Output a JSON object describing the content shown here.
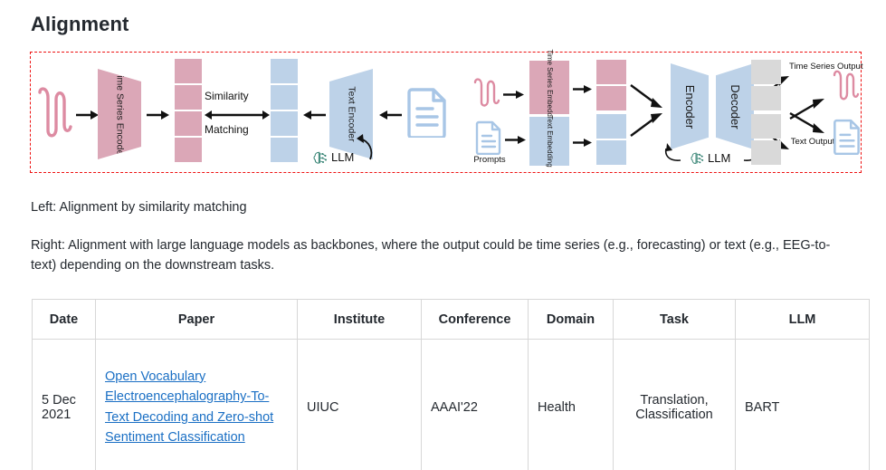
{
  "page": {
    "title": "Alignment"
  },
  "figure": {
    "left_panel": {
      "input_icon": "sine-waveform-icon",
      "time_series_encoder": "Time Series Encoder",
      "similarity": "Similarity",
      "matching": "Matching",
      "text_encoder": "Text Encoder",
      "llm_label": "LLM",
      "doc_icon": "document-icon"
    },
    "right_panel": {
      "input_icon": "sine-waveform-icon",
      "prompts_label": "Prompts",
      "time_series_embedding": "Time Series Embedding",
      "text_embedding": "Text Embedding",
      "encoder": "Encoder",
      "decoder": "Decoder",
      "llm_label": "LLM",
      "time_series_output": "Time Series Output",
      "text_output": "Text Output"
    },
    "colors": {
      "pink": "#dba7b7",
      "blue": "#bdd2e8",
      "gray": "#d9d9d9",
      "border_dashed": "#ee1111",
      "wave_pink": "#dd8ba2",
      "doc_blue": "#a8c6e6"
    }
  },
  "captions": {
    "left": "Left: Alignment by similarity matching",
    "right": "Right: Alignment with large language models as backbones, where the output could be time series (e.g., forecasting) or text (e.g., EEG-to-text) depending on the downstream tasks."
  },
  "table": {
    "headers": [
      "Date",
      "Paper",
      "Institute",
      "Conference",
      "Domain",
      "Task",
      "LLM"
    ],
    "rows": [
      {
        "date": "5 Dec 2021",
        "paper": "Open Vocabulary Electroencephalography-To-Text Decoding and Zero-shot Sentiment Classification",
        "institute": "UIUC",
        "conference": "AAAI'22",
        "domain": "Health",
        "task": "Translation, Classification",
        "llm": "BART"
      }
    ],
    "link_color": "#1a6fc4"
  }
}
